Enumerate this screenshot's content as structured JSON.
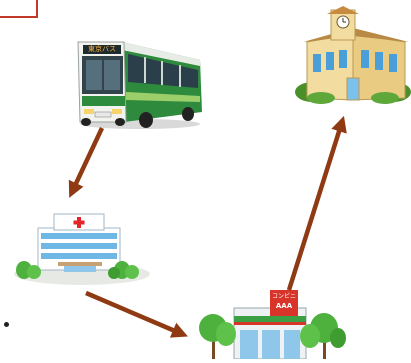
{
  "colors": {
    "arrow": "#8f3a13",
    "frame": "#c0392b",
    "bus_body": "#2e8b3e",
    "bus_front": "#f2f2ee",
    "school_wall": "#f3dca0",
    "school_window": "#4a9fd8",
    "hospital_wall": "#ffffff",
    "hospital_glass": "#6fb8e6",
    "store_sign": "#d8342a",
    "tree": "#4fb13d"
  },
  "icons": {
    "bus": "bus-icon",
    "school": "school-icon",
    "hospital": "hospital-icon",
    "store": "convenience-store-icon"
  },
  "labels": {
    "bus_destination": "東京バス",
    "store_sign_top": "コンビニ",
    "store_sign_bottom": "AAA"
  }
}
